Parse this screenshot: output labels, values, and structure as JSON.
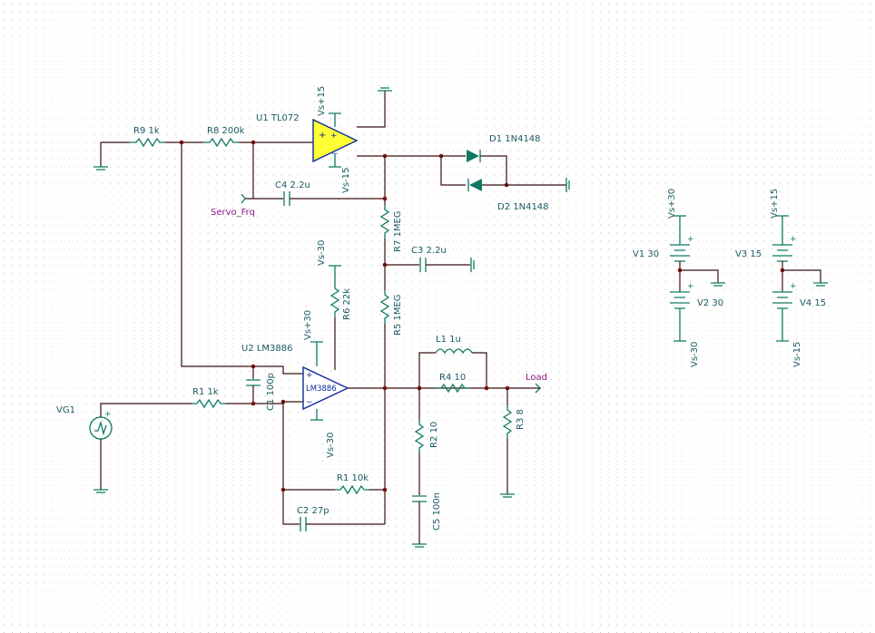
{
  "labels": {
    "r9": "R9 1k",
    "r8": "R8 200k",
    "u1": "U1 TL072",
    "u1_vpos": "Vs+15",
    "u1_vneg": "Vs-15",
    "d1": "D1 1N4148",
    "d2": "D2 1N4148",
    "c4": "C4 2.2u",
    "servo": "Servo_Frq",
    "r7": "R7 1MEG",
    "c3": "C3 2.2u",
    "r5": "R5 1MEG",
    "r6_supply": "Vs-30",
    "r6": "R6 22k",
    "u2_vpos": "Vs+30",
    "u2": "U2 LM3886",
    "u2_body": "LM3886",
    "u2_vneg": "Vs-30",
    "l1": "L1 1u",
    "r4": "R4 10",
    "load": "Load",
    "c1": "C1 100p",
    "r1a": "R1 1k",
    "vg1": "VG1",
    "r2": "R2 10",
    "r3": "R3 8",
    "r1b": "R1 10k",
    "c2": "C2 27p",
    "c5": "C5 100n",
    "v1_top": "Vs+30",
    "v1": "V1 30",
    "v2": "V2 30",
    "v2_bot": "Vs-30",
    "v3_top": "Vs+15",
    "v3": "V3 15",
    "v4": "V4 15",
    "v4_bot": "Vs-15",
    "plus": "+",
    "minus": "−"
  },
  "colors": {
    "wire": "#3a1010",
    "component": "#0e7a63",
    "label": "#1a5a63",
    "netlabel": "#8a1a8a",
    "opamp_fill": "#ffff33",
    "opamp_stroke": "#0c2a9a",
    "grid_dot": "#c8c8c8"
  }
}
